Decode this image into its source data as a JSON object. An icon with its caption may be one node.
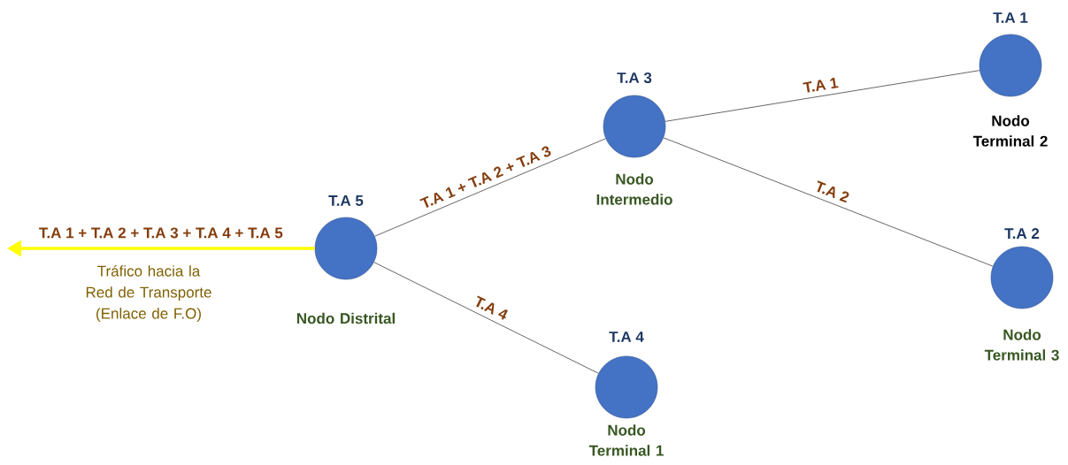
{
  "diagram": {
    "nodes": [
      {
        "text": [
          "T.A 5",
          "Nodo Distrital"
        ]
      },
      {
        "text": [
          "T.A 3",
          "Nodo Intermedio"
        ]
      },
      {
        "text": [
          "T.A 1",
          "Nodo Terminal 2"
        ]
      },
      {
        "text": [
          "T.A 2",
          "Nodo Terminal 3"
        ]
      },
      {
        "text": [
          "T.A 4",
          "Nodo Terminal 1"
        ]
      }
    ],
    "edges": [
      {
        "from": 0,
        "to": null,
        "arrow": "to",
        "label": "T.A 1 + T.A 2 + T.A 3 + T.A 4 + T.A 5",
        "style": "thick",
        "color": "#ffff00"
      },
      {
        "from": 0,
        "to": 1,
        "arrow": "none",
        "label": "T.A 1 + T.A 2 + T.A 3"
      },
      {
        "from": 1,
        "to": 2,
        "arrow": "none",
        "label": "T.A 1"
      },
      {
        "from": 1,
        "to": 3,
        "arrow": "none",
        "label": "T.A 2"
      },
      {
        "from": 0,
        "to": 4,
        "arrow": "none",
        "label": "T.A 4"
      }
    ],
    "labels": [
      "Tráfico hacia la Red de Transporte (Enlace de F.O)"
    ]
  }
}
